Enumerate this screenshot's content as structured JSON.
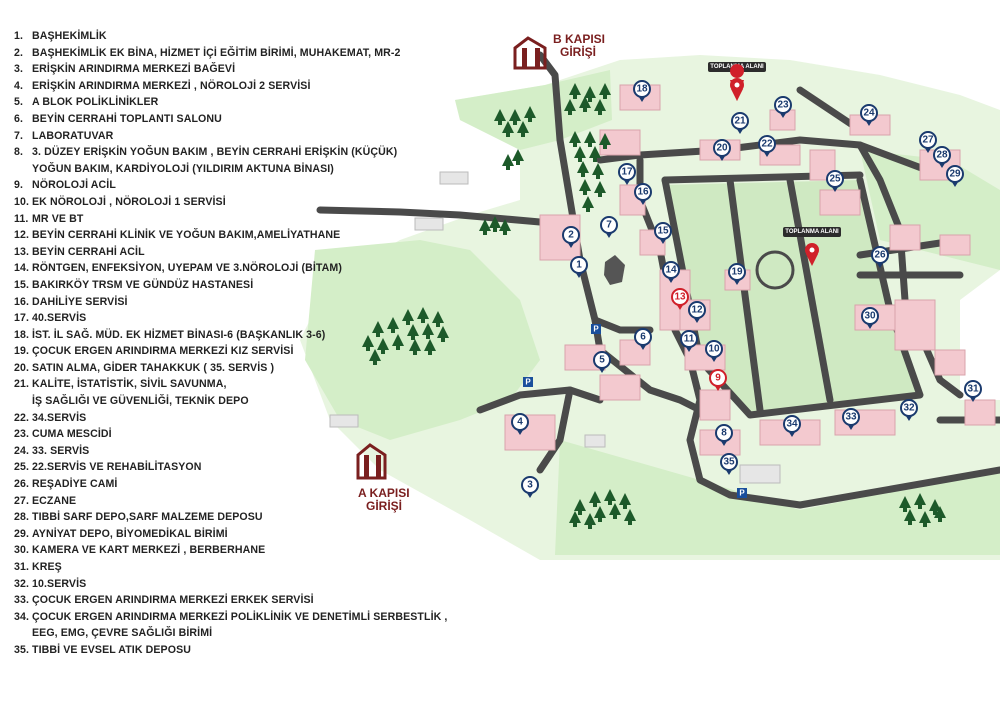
{
  "legend": [
    {
      "num": "1.",
      "text": "BAŞHEKİMLİK"
    },
    {
      "num": "2.",
      "text": "BAŞHEKİMLİK EK BİNA, HİZMET İÇİ EĞİTİM BİRİMİ, MUHAKEMAT, MR-2"
    },
    {
      "num": "3.",
      "text": "ERİŞKİN ARINDIRMA MERKEZİ BAĞEVİ"
    },
    {
      "num": "4.",
      "text": "ERİŞKİN ARINDIRMA MERKEZİ , NÖROLOJİ 2 SERVİSİ"
    },
    {
      "num": "5.",
      "text": "A BLOK POLİKLİNİKLER"
    },
    {
      "num": "6.",
      "text": "BEYİN CERRAHİ TOPLANTI SALONU"
    },
    {
      "num": "7.",
      "text": "LABORATUVAR"
    },
    {
      "num": "8.",
      "text": "3. DÜZEY ERİŞKİN YOĞUN BAKIM , BEYİN CERRAHİ ERİŞKİN (KÜÇÜK)",
      "sub": "YOĞUN BAKIM, KARDİYOLOJİ (YILDIRIM AKTUNA BİNASI)"
    },
    {
      "num": "9.",
      "text": "NÖROLOJİ ACİL"
    },
    {
      "num": "10.",
      "text": "EK NÖROLOJİ , NÖROLOJİ 1 SERVİSİ"
    },
    {
      "num": "11.",
      "text": "MR VE BT"
    },
    {
      "num": "12.",
      "text": "BEYİN CERRAHİ KLİNİK VE YOĞUN BAKIM,AMELİYATHANE"
    },
    {
      "num": "13.",
      "text": "BEYİN CERRAHİ ACİL"
    },
    {
      "num": "14.",
      "text": "RÖNTGEN, ENFEKSİYON, UYEPAM VE 3.NÖROLOJİ (BİTAM)"
    },
    {
      "num": "15.",
      "text": "BAKIRKÖY TRSM VE GÜNDÜZ HASTANESİ"
    },
    {
      "num": "16.",
      "text": "DAHİLİYE SERVİSİ"
    },
    {
      "num": "17.",
      "text": "40.SERVİS"
    },
    {
      "num": "18.",
      "text": "İST. İL SAĞ. MÜD. EK HİZMET BİNASI-6 (BAŞKANLIK 3-6)"
    },
    {
      "num": "19.",
      "text": "ÇOCUK ERGEN ARINDIRMA MERKEZİ KIZ SERVİSİ"
    },
    {
      "num": "20.",
      "text": "SATIN ALMA, GİDER TAHAKKUK ( 35. SERVİS )"
    },
    {
      "num": "21.",
      "text": "KALİTE, İSTATİSTİK, SİVİL SAVUNMA,",
      "sub": "İŞ SAĞLIĞI VE GÜVENLİĞİ, TEKNİK DEPO"
    },
    {
      "num": "22.",
      "text": "34.SERVİS"
    },
    {
      "num": "23.",
      "text": "CUMA MESCİDİ"
    },
    {
      "num": "24.",
      "text": "33. SERVİS"
    },
    {
      "num": "25.",
      "text": "22.SERVİS VE REHABİLİTASYON"
    },
    {
      "num": "26.",
      "text": "REŞADİYE CAMİ"
    },
    {
      "num": "27.",
      "text": "ECZANE"
    },
    {
      "num": "28.",
      "text": "TIBBİ SARF DEPO,SARF MALZEME DEPOSU"
    },
    {
      "num": "29.",
      "text": "AYNİYAT DEPO, BİYOMEDİKAL BİRİMİ"
    },
    {
      "num": "30.",
      "text": "KAMERA VE KART MERKEZİ , BERBERHANE"
    },
    {
      "num": "31.",
      "text": "KREŞ"
    },
    {
      "num": "32.",
      "text": "10.SERVİS"
    },
    {
      "num": "33.",
      "text": "ÇOCUK ERGEN ARINDIRMA MERKEZİ ERKEK SERVİSİ"
    },
    {
      "num": "34.",
      "text": "ÇOCUK ERGEN ARINDIRMA MERKEZİ POLİKLİNİK VE DENETİMLİ SERBESTLİK ,",
      "sub": "EEG, EMG, ÇEVRE SAĞLIĞI BİRİMİ"
    },
    {
      "num": "35.",
      "text": "TIBBİ VE EVSEL ATIK DEPOSU"
    }
  ],
  "gates": {
    "b": {
      "line1": "B KAPISI",
      "line2": "GİRİŞİ"
    },
    "a": {
      "line1": "A KAPISI",
      "line2": "GİRİŞİ"
    }
  },
  "assembly": {
    "label": "TOPLANMA ALANI"
  },
  "parking_symbol": "P",
  "pins": [
    "1",
    "2",
    "3",
    "4",
    "5",
    "6",
    "7",
    "8",
    "9",
    "10",
    "11",
    "12",
    "13",
    "14",
    "15",
    "16",
    "17",
    "18",
    "19",
    "20",
    "21",
    "22",
    "23",
    "24",
    "25",
    "26",
    "27",
    "28",
    "29",
    "30",
    "31",
    "32",
    "33",
    "34",
    "35"
  ],
  "red_pins": [
    "9",
    "13"
  ],
  "colors": {
    "grass": "#d9f0cf",
    "road": "#4a4a4a",
    "building": "#f3c9cf",
    "tree": "#1d5a2a",
    "pin": "#1a3a6e",
    "gate": "#7a1f1f",
    "marker": "#d0202a"
  }
}
